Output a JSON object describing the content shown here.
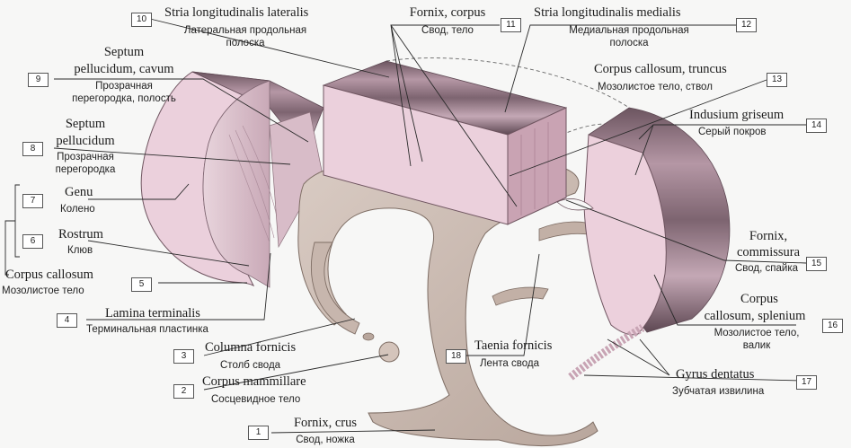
{
  "labels": [
    {
      "num": "1",
      "lat": "Fornix, crus",
      "ru": "Свод, ножка"
    },
    {
      "num": "2",
      "lat": "Corpus mammillare",
      "ru": "Сосцевидное тело"
    },
    {
      "num": "3",
      "lat": "Columna fornicis",
      "ru": "Столб свода"
    },
    {
      "num": "4",
      "lat": "Lamina terminalis",
      "ru": "Терминальная пластинка"
    },
    {
      "num": "5",
      "lat": "Corpus callosum",
      "ru": "Мозолистое тело"
    },
    {
      "num": "6",
      "lat": "Rostrum",
      "ru": "Клюв"
    },
    {
      "num": "7",
      "lat": "Genu",
      "ru": "Колено"
    },
    {
      "num": "8",
      "lat": "Septum pellucidum",
      "lat_lines": [
        "Septum",
        "pellucidum"
      ],
      "ru": "Прозрачная перегородка",
      "ru_lines": [
        "Прозрачная",
        "перегородка"
      ]
    },
    {
      "num": "9",
      "lat": "Septum pellucidum, cavum",
      "lat_lines": [
        "Septum",
        "pellucidum, cavum"
      ],
      "ru": "Прозрачная перегородка, полость",
      "ru_lines": [
        "Прозрачная",
        "перегородка, полость"
      ]
    },
    {
      "num": "10",
      "lat": "Stria longitudinalis lateralis",
      "ru": "Латеральная продольная полоска",
      "ru_lines": [
        "Латеральная продольная",
        "полоска"
      ]
    },
    {
      "num": "11",
      "lat": "Fornix, corpus",
      "ru": "Свод, тело"
    },
    {
      "num": "12",
      "lat": "Stria longitudinalis medialis",
      "ru": "Медиальная продольная полоска",
      "ru_lines": [
        "Медиальная продольная",
        "полоска"
      ]
    },
    {
      "num": "13",
      "lat": "Corpus callosum, truncus",
      "ru": "Мозолистое тело, ствол"
    },
    {
      "num": "14",
      "lat": "Indusium griseum",
      "ru": "Серый покров"
    },
    {
      "num": "15",
      "lat": "Fornix, commissura",
      "lat_lines": [
        "Fornix,",
        "commissura"
      ],
      "ru": "Свод, спайка"
    },
    {
      "num": "16",
      "lat": "Corpus callosum, splenium",
      "lat_lines": [
        "Corpus",
        "callosum, splenium"
      ],
      "ru": "Мозолистое тело, валик",
      "ru_lines": [
        "Мозолистое тело,",
        "валик"
      ]
    },
    {
      "num": "17",
      "lat": "Gyrus dentatus",
      "ru": "Зубчатая извилина"
    },
    {
      "num": "18",
      "lat": "Taenia fornicis",
      "ru": "Лента свода"
    }
  ],
  "colors": {
    "callosum_fill": "#ecd0dd",
    "callosum_dark": "#6f5560",
    "striae": "#8a6f7a",
    "fornix_fill": "#c7b6ad",
    "fornix_shade": "#a8978e",
    "label_box": "#ffffff"
  }
}
